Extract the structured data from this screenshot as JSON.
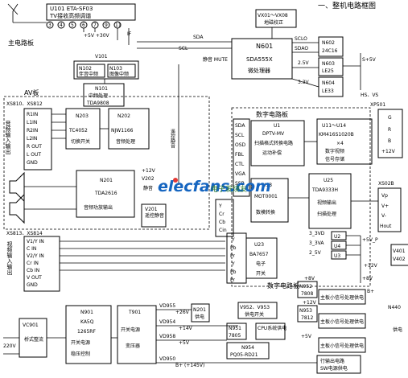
{
  "title": "一、整机电路框图",
  "main_board": "主电路板",
  "av_board": "AV板",
  "digital_board": "数字电路板",
  "watermark": {
    "brand": "elecfans.com",
    "tagline": "电子发烧友"
  },
  "tuner": {
    "ref": "U101 ETA-SF03",
    "desc": "TV接收高频调谐",
    "pins": [
      "3",
      "4",
      "5",
      "6",
      "7",
      "9",
      "11",
      "IF"
    ],
    "supply": "+5V  +30V"
  },
  "n601": {
    "ref": "N601",
    "part": "SDA555X",
    "desc": "微处理器",
    "mute": "静音 MUTE",
    "sda": "SDA",
    "scl": "SCL",
    "sclo": "SCLO",
    "sdao": "SDAO"
  },
  "vx": {
    "ref": "VX01～VX08",
    "desc": "地磁校正"
  },
  "n602": {
    "ref": "N602",
    "part": "24C16"
  },
  "n603": {
    "ref": "N603",
    "part": "LE25",
    "volt": "2.5V"
  },
  "n604": {
    "ref": "N604",
    "part": "LE33",
    "volt": "3.3V"
  },
  "s5v": "S+5V",
  "v101": {
    "ref": "V101",
    "a_ref": "N102",
    "a_desc": "伴音中频",
    "b_ref": "N103",
    "b_desc": "图像中频"
  },
  "n101": {
    "ref": "N101",
    "desc": "中频处理",
    "part": "TDA9808"
  },
  "xs810": "XS810、XS812",
  "av_in": {
    "label": "音频输入输出",
    "pins": [
      "R1IN",
      "L1IN",
      "R2IN",
      "L2IN",
      "R OUT",
      "L OUT",
      "GND"
    ]
  },
  "n203": {
    "ref": "N203",
    "part": "TC4052",
    "desc": "切换开关"
  },
  "n202": {
    "ref": "N202",
    "part": "NJW1166",
    "desc": "音频处理"
  },
  "remote_mute": "遥控静音",
  "v202": {
    "ref": "V202",
    "desc": "静音",
    "plus": "+12V"
  },
  "n201": {
    "ref": "N201",
    "part": "TDA2616",
    "desc": "音频功放输出"
  },
  "v201": {
    "ref": "V201",
    "desc": "遥控静音"
  },
  "xs813": "XS813、XS814",
  "video_in": {
    "label": "视频输入输出",
    "pins": [
      "V1/Y IN",
      "C IN",
      "V2/Y IN",
      "Cr IN",
      "Cb IN",
      "V OUT",
      "GND"
    ]
  },
  "u1": {
    "ref": "U1",
    "part": "DPTV-MV",
    "desc1": "扫描格式转换电路",
    "desc2": "运动补偿"
  },
  "u1_pins_left": [
    "SDA",
    "SCL",
    "OSD",
    "FBL",
    "CTL",
    "VGA",
    "SSB"
  ],
  "u1_pins_mid": [
    "Y",
    "Cr",
    "Cb",
    "Cin"
  ],
  "u13": {
    "ref": "U13",
    "part": "MOT0001",
    "desc": "数模转换"
  },
  "u11": {
    "ref": "U11～U14",
    "part": "KM416S1020B",
    "mult": "×4",
    "desc1": "数字视频",
    "desc2": "信号存储"
  },
  "u25": {
    "ref": "U25",
    "part": "TDA9333H",
    "desc1": "视频输出",
    "desc2": "扫描处理"
  },
  "xp501": {
    "ref": "XP501",
    "pins": [
      "G",
      "R",
      "B",
      "+12V"
    ]
  },
  "xs02b": {
    "ref": "XS02B",
    "pins": [
      "Vp",
      "V+",
      "V-",
      "Hout"
    ]
  },
  "hs_vs": "HS、VS",
  "u23": {
    "ref": "U23",
    "part": "BA7657",
    "desc1": "电子",
    "desc2": "开关"
  },
  "u23_pins": [
    "Y",
    "Pb",
    "Pr",
    "Y",
    "Pb",
    "Pr"
  ],
  "rails": {
    "v33": "3_3VD",
    "v33a": "3_3VA",
    "v25": "2_5V",
    "u2": "U2",
    "u4": "U4",
    "u3": "U3",
    "p5v": "+5V_P",
    "p12": "+12V",
    "p8": "+8V"
  },
  "v401": {
    "ref": "V401",
    "ref2": "V402"
  },
  "n440": {
    "ref": "N440",
    "desc": "供电"
  },
  "ac_in": "220V",
  "vc901": {
    "ref": "VC901",
    "desc": "桥式整流"
  },
  "n901": {
    "ref": "N901",
    "part": "KA5Q",
    "part2": "1265RF",
    "desc1": "开关电源",
    "desc2": "稳压控制"
  },
  "t901": {
    "ref": "T901",
    "desc1": "开关电源",
    "desc2": "变压器"
  },
  "psu_outputs": [
    "VD955",
    "+26V",
    "VD954",
    "+14V",
    "VD958",
    "+5V",
    "VD950",
    "B+ (+145V)"
  ],
  "n201_power": {
    "ref": "N201",
    "desc": "供电"
  },
  "v952": {
    "ref": "V952、V953",
    "desc": "供电开关"
  },
  "n951": {
    "ref": "N951",
    "part": "7805"
  },
  "cpu_power": "CPU系统供电",
  "n954": {
    "ref": "N954",
    "part": "PQ05-RD21"
  },
  "n952": {
    "ref": "N952",
    "part": "7808",
    "volt": "+8V"
  },
  "n953": {
    "ref": "N953",
    "part": "7812",
    "volt": "+12V"
  },
  "small_sig": "主板小信号处理供电",
  "hout_power": {
    "line1": "行输出电路",
    "line2": "SW电源供电"
  },
  "bplus": "B+",
  "s5v2": "+5V"
}
